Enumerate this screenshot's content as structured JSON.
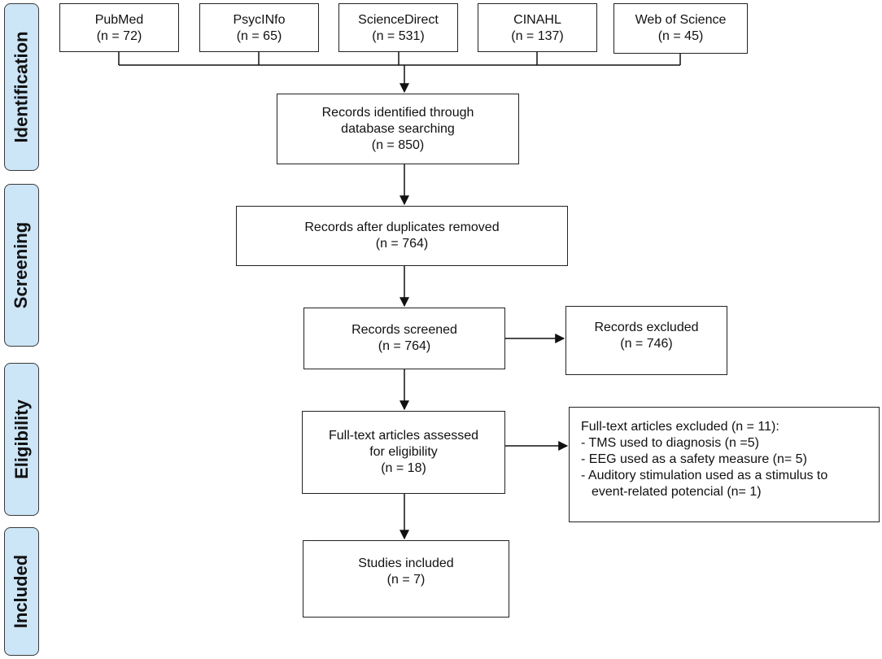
{
  "stages": [
    "Identification",
    "Screening",
    "Eligibility",
    "Included"
  ],
  "databases": [
    {
      "name": "PubMed",
      "count": "(n = 72)"
    },
    {
      "name": "PsycINfo",
      "count": "(n = 65)"
    },
    {
      "name": "ScienceDirect",
      "count": "(n = 531)"
    },
    {
      "name": "CINAHL",
      "count": "(n = 137)"
    },
    {
      "name": "Web of Science",
      "count": "(n = 45)"
    }
  ],
  "identified": {
    "line1": "Records identified through",
    "line2": "database searching",
    "count": "(n = 850)"
  },
  "duplicates_removed": {
    "label": "Records after duplicates removed",
    "count": "(n = 764)"
  },
  "screened": {
    "label": "Records screened",
    "count": "(n = 764)"
  },
  "excluded": {
    "label": "Records excluded",
    "count": "(n = 746)"
  },
  "fulltext": {
    "line1": "Full-text articles assessed",
    "line2": "for eligibility",
    "count": "(n = 18)"
  },
  "fulltext_excluded": {
    "title": "Full-text articles excluded (n = 11):",
    "reasons": [
      "-  TMS used to diagnosis (n =5)",
      "-  EEG used as a safety measure (n= 5)",
      "-  Auditory stimulation used as a stimulus to",
      "event-related potencial  (n= 1)"
    ]
  },
  "included": {
    "label": "Studies included",
    "count": "(n = 7)"
  }
}
